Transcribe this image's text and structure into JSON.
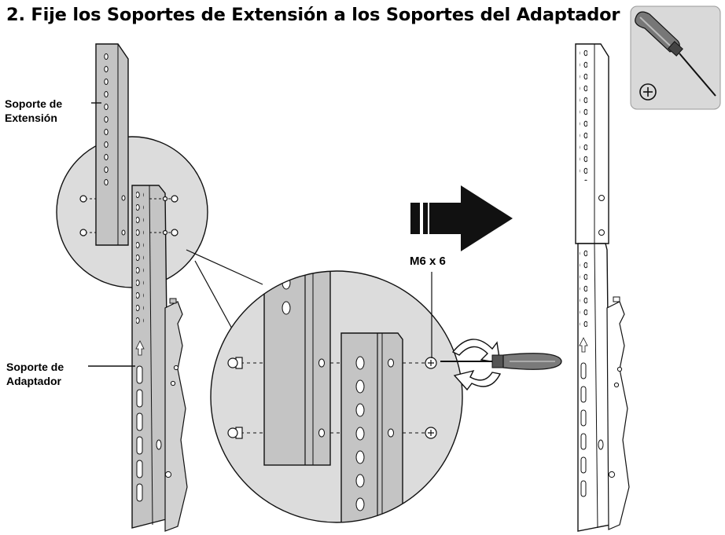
{
  "title": "2. Fije los Soportes de Extensión a los Soportes del Adaptador",
  "labels": {
    "extension_bracket": [
      "Soporte de",
      "Extensión"
    ],
    "adapter_bracket": [
      "Soporte de",
      "Adaptador"
    ],
    "screw_size": "M6 x 6"
  },
  "icons": {
    "tool": "phillips-screwdriver-icon",
    "step_arrow": "right-arrow-icon",
    "rotation": "clockwise-rotation-icon"
  },
  "colors": {
    "bracket_fill": "#c4c4c4",
    "bracket_dark": "#8e8e8e",
    "circle_fill": "#dcdcdc",
    "tool_box": "#d9d9d9",
    "outline": "#111111"
  }
}
